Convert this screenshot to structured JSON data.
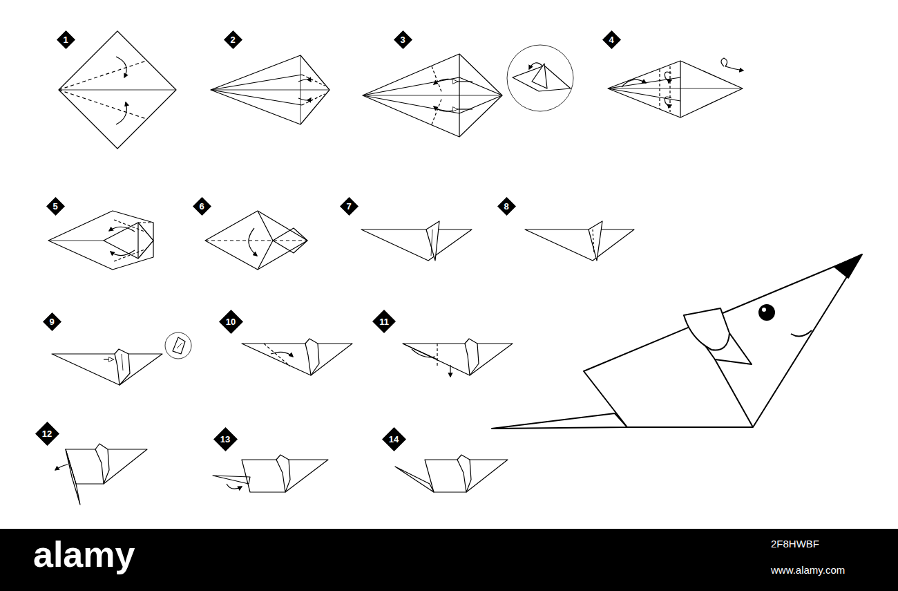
{
  "diagram": {
    "nodes": [
      {
        "text": [
          "1"
        ]
      },
      {
        "text": [
          "2"
        ]
      },
      {
        "text": [
          "3"
        ]
      },
      {
        "text": [
          "4"
        ]
      },
      {
        "text": [
          "5"
        ]
      },
      {
        "text": [
          "6"
        ]
      },
      {
        "text": [
          "7"
        ]
      },
      {
        "text": [
          "8"
        ]
      },
      {
        "text": [
          "9"
        ]
      },
      {
        "text": [
          "10"
        ]
      },
      {
        "text": [
          "11"
        ]
      },
      {
        "text": [
          "12"
        ]
      },
      {
        "text": [
          "13"
        ]
      },
      {
        "text": [
          "14"
        ]
      }
    ],
    "labels": [
      "alamy",
      "2F8HWBF",
      "www.alamy.com"
    ]
  }
}
